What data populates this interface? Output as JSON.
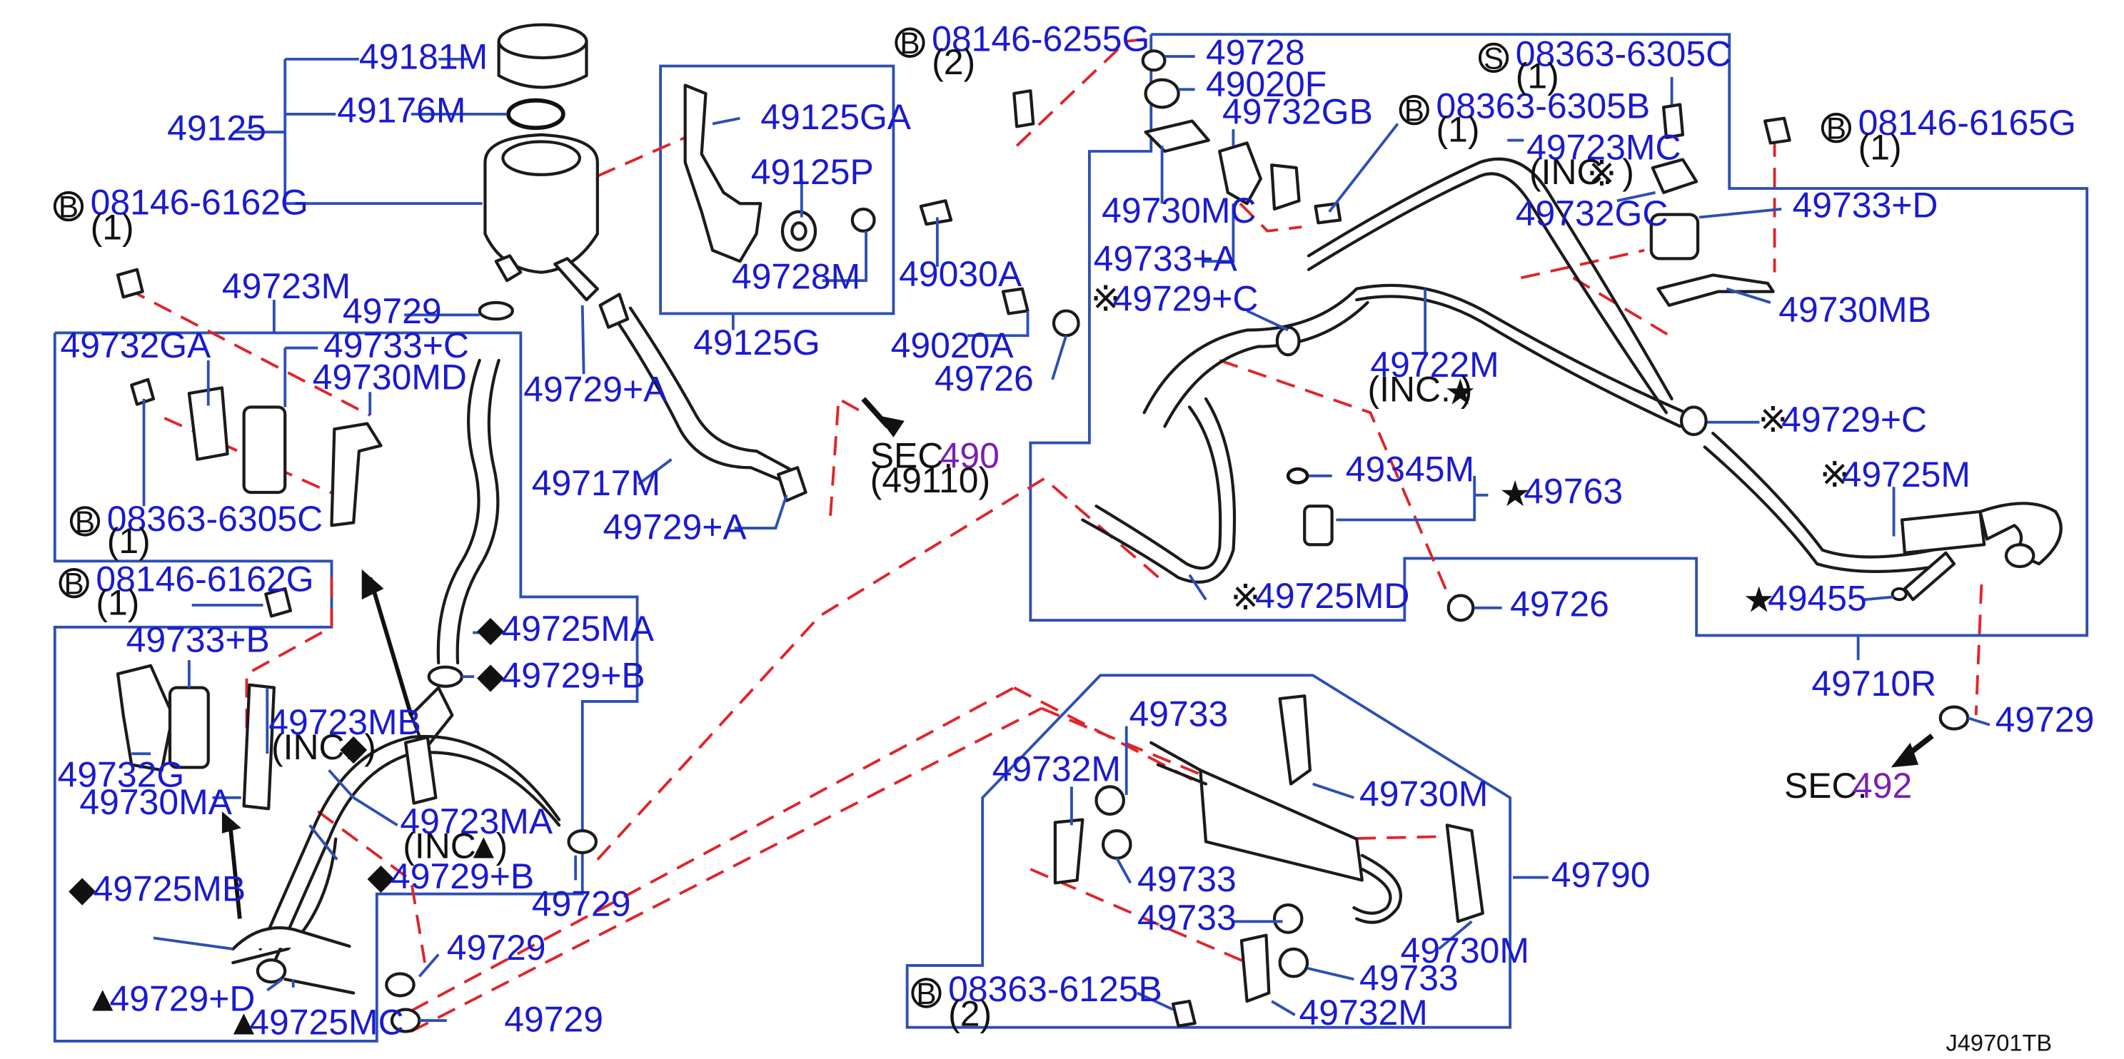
{
  "reference_code": "J49701TB",
  "labels": {
    "p49181M": "49181M",
    "p49176M": "49176M",
    "p49125": "49125",
    "b_08146_6162G_a": "08146-6162G",
    "qty_a": "(1)",
    "p49723M": "49723M",
    "p49729_a": "49729",
    "p49732GA": "49732GA",
    "p49733C": "49733+C",
    "p49730MD": "49730MD",
    "b_08363_6305C": "08363-6305C",
    "qty_b": "(1)",
    "b_08146_6162G_b": "08146-6162G",
    "qty_c": "(1)",
    "p49733B": "49733+B",
    "p49723MB": "49723MB",
    "inc_diamond": "(INC.    )",
    "p49732G": "49732G",
    "p49730MA": "49730MA",
    "p49725MB": "49725MB",
    "p49729D": "49729+D",
    "p49725MC": "49725MC",
    "p49723MA": "49723MA",
    "inc_triangle": "(INC.        )",
    "p49729B_a": "49729+B",
    "p49729B_b": "49729+B",
    "p49725MA": "49725MA",
    "p49729A_a": "49729+A",
    "p49717M": "49717M",
    "p49729A_b": "49729+A",
    "p49729_b": "49729",
    "p49729_c": "49729",
    "p49729_d": "49729",
    "b_08146_6255G": "08146-6255G",
    "qty_d": "(2)",
    "p49125GA": "49125GA",
    "p49125P": "49125P",
    "p49728M": "49728M",
    "p49030A": "49030A",
    "p49125G": "49125G",
    "p49020A": "49020A",
    "p49726_a": "49726",
    "sec_a": "SEC.",
    "sec_a_num": "490",
    "sec_a_sub": "(49110)",
    "p49728": "49728",
    "p49020F": "49020F",
    "p49732GB": "49732GB",
    "p49730MC": "49730MC",
    "p49733A": "49733+A",
    "p49729C_a": "49729+C",
    "b_08363_6305B": "08363-6305B",
    "qty_e": "(1)",
    "s_08363_6305C": "08363-6305C",
    "qty_f": "(1)",
    "p49723MC": "49723MC",
    "inc_kome": "(INC.    )",
    "p49732GC": "49732GC",
    "p49733D": "49733+D",
    "b_08146_6165G": "08146-6165G",
    "qty_g": "(1)",
    "p49730MB": "49730MB",
    "p49722M": "49722M",
    "inc_star": "(INC.        )",
    "p49729C_b": "49729+C",
    "p49345M": "49345M",
    "p49763": "49763",
    "p49725M": "49725M",
    "p49725MD": "49725MD",
    "p49726_b": "49726",
    "p49455": "49455",
    "p49710R": "49710R",
    "p49729_e": "49729",
    "sec_b": "SEC.",
    "sec_b_num": "492",
    "p49733_a": "49733",
    "p49732M_a": "49732M",
    "p49730M_a": "49730M",
    "p49733_b": "49733",
    "p49790": "49790",
    "p49733_c": "49733",
    "p49730M_b": "49730M",
    "p49733_d": "49733",
    "b_08363_6125B": "08363-6125B",
    "qty_h": "(2)",
    "p49732M_b": "49732M"
  },
  "badges": {
    "B": "B",
    "S": "S"
  },
  "symbols": {
    "kome": "※",
    "star": "★",
    "diamond": "◆",
    "triangle": "▲"
  },
  "colors": {
    "part_number": "#1a1ad0",
    "group_box": "#2c4fb3",
    "dashed_link": "#e0242a",
    "section_number": "#7a1fb5",
    "drawing": "#1b1b1b"
  }
}
